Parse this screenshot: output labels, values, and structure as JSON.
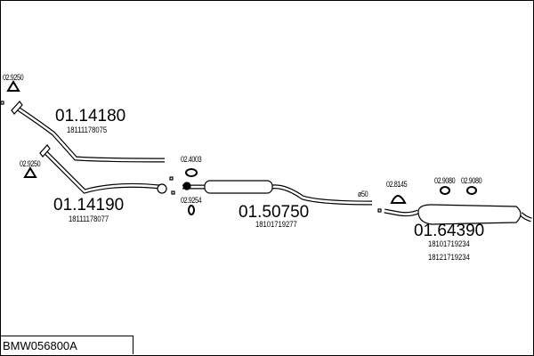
{
  "parts": [
    {
      "number": "01.14180",
      "oem": [
        "18111178075"
      ]
    },
    {
      "number": "01.14190",
      "oem": [
        "18111178077"
      ]
    },
    {
      "number": "01.50750",
      "oem": [
        "18101719277"
      ]
    },
    {
      "number": "01.64390",
      "oem": [
        "18101719234",
        "18121719234"
      ]
    }
  ],
  "accessories": {
    "gasket_top": "02.9250",
    "gasket_lower": "02.9250",
    "ring_upper": "02.4003",
    "ring_lower": "02.9254",
    "clamp": "02.8145",
    "hanger_1": "02.9080",
    "hanger_2": "02.9080"
  },
  "diameter_label": "ø50",
  "assembly_code": "BMW056800A"
}
